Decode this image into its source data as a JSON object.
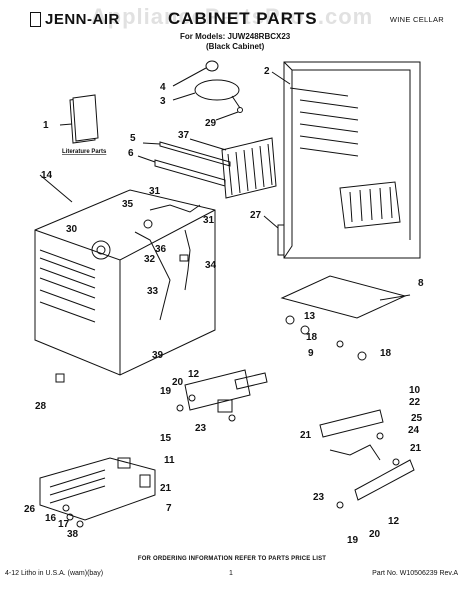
{
  "header": {
    "brand": "JENN-AIR",
    "title": "CABINET PARTS",
    "models_line": "For Models: JUW248RBCX23",
    "variant_line": "(Black Cabinet)",
    "category": "WINE CELLAR",
    "watermark": "AppliancePartsPros.com"
  },
  "literature_label": "Literature Parts",
  "callouts": [
    "1",
    "2",
    "3",
    "4",
    "5",
    "6",
    "7",
    "8",
    "9",
    "10",
    "11",
    "12",
    "12",
    "13",
    "14",
    "15",
    "16",
    "17",
    "18",
    "18",
    "19",
    "19",
    "20",
    "20",
    "21",
    "21",
    "21",
    "22",
    "23",
    "23",
    "24",
    "25",
    "26",
    "27",
    "28",
    "29",
    "30",
    "31",
    "31",
    "32",
    "33",
    "34",
    "35",
    "36",
    "37",
    "38",
    "39"
  ],
  "footer": {
    "ordering_note": "FOR ORDERING INFORMATION REFER TO PARTS PRICE LIST",
    "litho": "4-12 Litho in U.S.A. (wam)(bay)",
    "page_number": "1",
    "part_number": "Part No. W10506239 Rev.A"
  }
}
